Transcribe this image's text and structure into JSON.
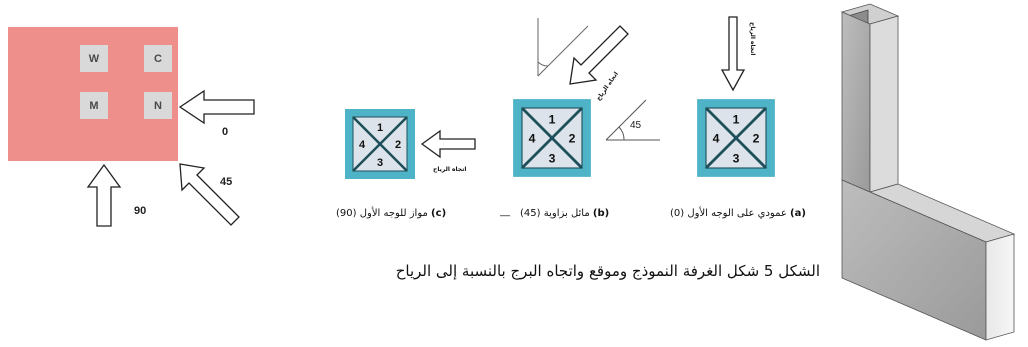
{
  "room": {
    "cells": {
      "w": "W",
      "c": "C",
      "m": "M",
      "n": "N"
    },
    "arrows": {
      "a0": "0",
      "a45": "45",
      "a90": "90"
    }
  },
  "towers": [
    {
      "id": "c",
      "numbers": [
        "1",
        "2",
        "3",
        "4"
      ],
      "wind_label": "اتجاه الرياح",
      "caption_letter": "(c)",
      "caption_text": "مواز للوجه الأول (90)"
    },
    {
      "id": "b",
      "numbers": [
        "1",
        "2",
        "3",
        "4"
      ],
      "wind_label": "اتجاه الرياح",
      "caption_letter": "(b)",
      "caption_text": "مائل بزاوية (45)",
      "angle_label": "45"
    },
    {
      "id": "a",
      "numbers": [
        "1",
        "2",
        "3",
        "4"
      ],
      "wind_label": "اتجاه الرياح",
      "caption_letter": "(a)",
      "caption_text": "عمودي على الوجه الأول (0)"
    }
  ],
  "caption_separator": "__",
  "figure_caption": "الشكل 5  شكل الغرفة النموذج وموقع واتجاه البرج بالنسبة إلى الرياح",
  "colors": {
    "room_fill": "#ef8f8c",
    "cell_fill": "#d9d9d9",
    "tower_teal": "#4fb3c8",
    "tower_face": "#dde3ea"
  }
}
